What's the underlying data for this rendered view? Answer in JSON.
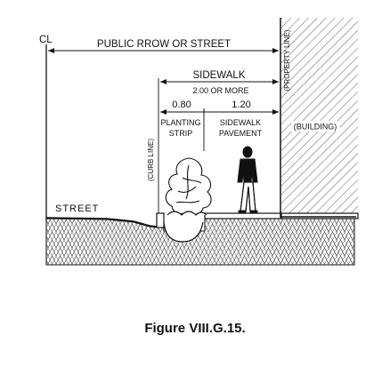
{
  "diagram": {
    "centerline_symbol": "CL",
    "labels": {
      "public_row": "PUBLIC RROW OR STREET",
      "sidewalk": "SIDEWALK",
      "min_width": "2.00 OR MORE",
      "planting_width": "0.80",
      "pavement_width": "1.20",
      "planting_strip_line1": "PLANTING",
      "planting_strip_line2": "STRIP",
      "sidewalk_pavement_line1": "SIDEWALK",
      "sidewalk_pavement_line2": "PAVEMENT",
      "curb_line": "(CURB LINE)",
      "property_line": "(PROPERTY LINE)",
      "building": "(BUILDING)",
      "street": "STREET"
    }
  },
  "caption": "Figure VIII.G.15."
}
